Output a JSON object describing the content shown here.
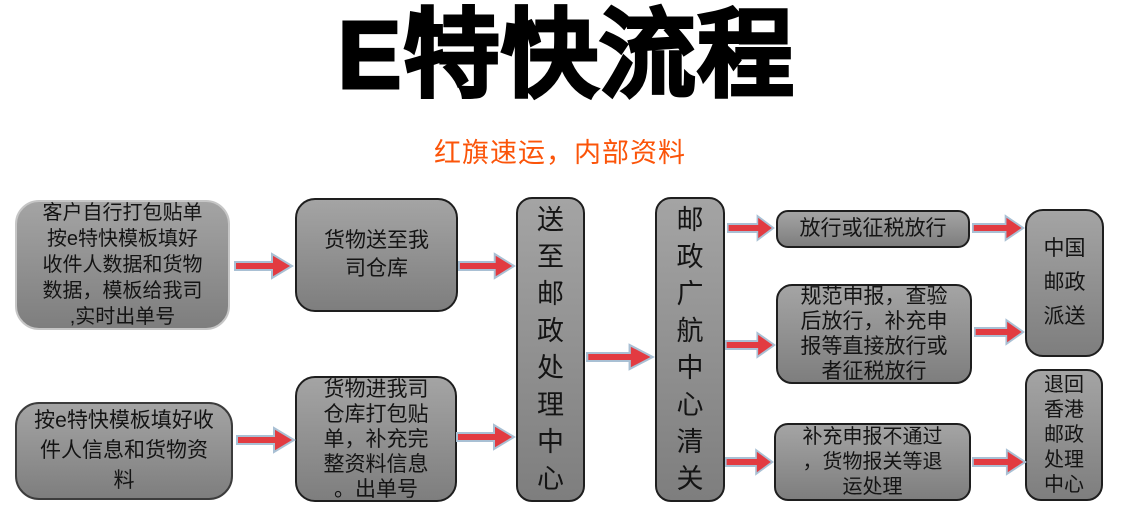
{
  "page": {
    "title": "E特快流程",
    "subtitle": "红旗速运，内部资料"
  },
  "colors": {
    "title_black": "#000000",
    "subtitle_orange": "#fb5409",
    "box_fill_top": "#a4a4a4",
    "box_fill_bottom": "#7e7e7e",
    "box_border_dark": "#1e1e1e",
    "box_border_light": "#c6c6c6",
    "text_color": "#141414",
    "arrow_fill": "#e23b41",
    "arrow_outline": "#a9c0d4"
  },
  "flowchart": {
    "nodes": {
      "a1": {
        "text": "客户自行打包贴单按e特快模板填好收件人数据和货物数据，模板给我司,实时出单号"
      },
      "a2": {
        "text": "按e特快模板填好收件人信息和货物资料"
      },
      "b1": {
        "text": "货物送至我司仓库"
      },
      "b2": {
        "text": "货物进我司仓库打包贴单，补充完整资料信息。出单号"
      },
      "c": {
        "text": "送至邮政处理中心"
      },
      "d": {
        "text": "邮政广航中心清关"
      },
      "e1": {
        "text": "放行或征税放行"
      },
      "e2": {
        "text": "规范申报，查验后放行，补充申报等直接放行或者征税放行"
      },
      "e3": {
        "text": "补充申报不通过，货物报关等退运处理"
      },
      "f1": {
        "text": "中国邮政派送"
      },
      "f2": {
        "text": "退回香港邮政处理中心"
      }
    },
    "connections": [
      {
        "from": "a1",
        "to": "b1"
      },
      {
        "from": "a2",
        "to": "b2"
      },
      {
        "from": "b1",
        "to": "c"
      },
      {
        "from": "b2",
        "to": "c"
      },
      {
        "from": "c",
        "to": "d"
      },
      {
        "from": "d",
        "to": "e1"
      },
      {
        "from": "d",
        "to": "e2"
      },
      {
        "from": "d",
        "to": "e3"
      },
      {
        "from": "e1",
        "to": "f1"
      },
      {
        "from": "e2",
        "to": "f1"
      },
      {
        "from": "e3",
        "to": "f2"
      }
    ]
  }
}
